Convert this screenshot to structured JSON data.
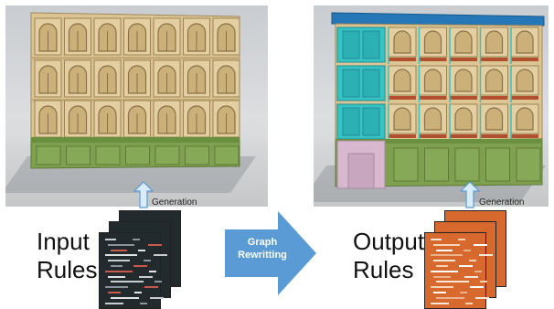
{
  "left": {
    "generation_label": "Generation",
    "rules_label_line1": "Input",
    "rules_label_line2": "Rules"
  },
  "middle": {
    "arrow_label_line1": "Graph",
    "arrow_label_line2": "Rewritting"
  },
  "right": {
    "generation_label": "Generation",
    "rules_label_line1": "Output",
    "rules_label_line2": "Rules"
  },
  "colors": {
    "input_building_wall": "#dcc493",
    "input_building_base": "#7fa04f",
    "output_roof": "#2577b8",
    "output_cyan_windows": "#36c3c6",
    "output_red_trim": "#b0502f",
    "output_pink_base": "#d8b8cf",
    "arrow_blue": "#5b9bd5",
    "input_code_page": "#232a2e",
    "output_code_page": "#d7692f"
  }
}
